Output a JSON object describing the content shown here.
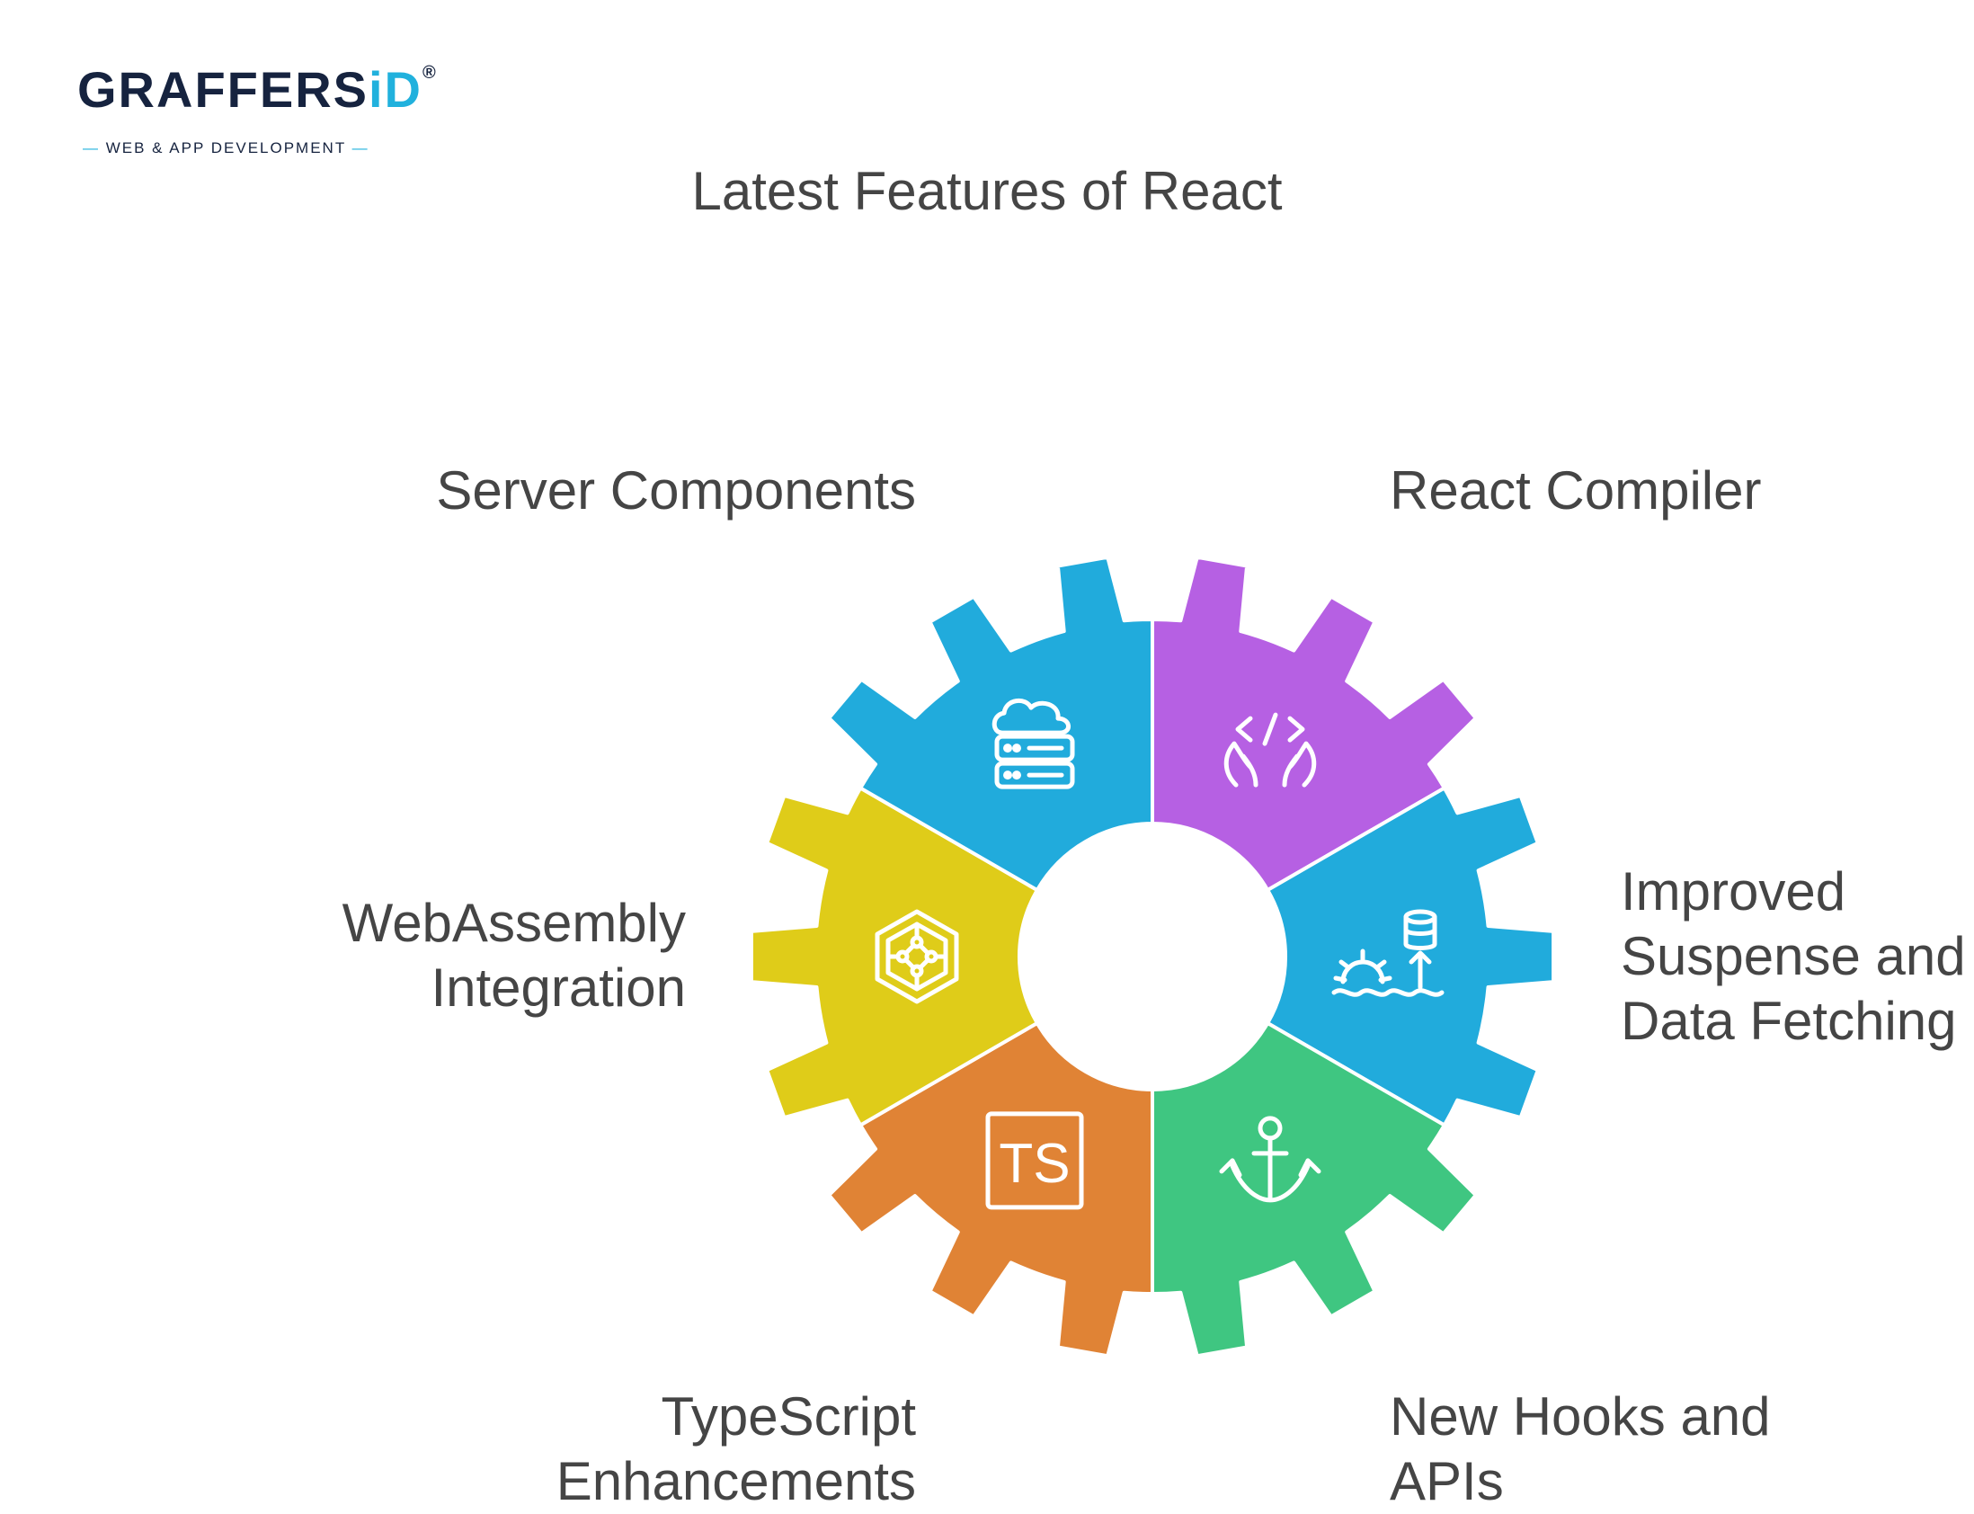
{
  "logo": {
    "brand": "GRAFFERS",
    "brand_accent": "iD",
    "registered": "®",
    "tagline": "WEB & APP DEVELOPMENT"
  },
  "title": "Latest Features of React",
  "segments": [
    {
      "lines": [
        "React Compiler"
      ],
      "color": "#b660e3",
      "icon": "code-hands-icon"
    },
    {
      "lines": [
        "Improved",
        "Suspense and",
        "Data Fetching"
      ],
      "color": "#21abdc",
      "icon": "database-gear-icon"
    },
    {
      "lines": [
        "New Hooks and",
        "APIs"
      ],
      "color": "#3fc681",
      "icon": "anchor-icon"
    },
    {
      "lines": [
        "TypeScript",
        "Enhancements"
      ],
      "color": "#e08335",
      "icon": "typescript-icon",
      "icon_text": "TS"
    },
    {
      "lines": [
        "WebAssembly",
        "Integration"
      ],
      "color": "#dfcc19",
      "icon": "webassembly-hexagon-icon"
    },
    {
      "lines": [
        "Server Components"
      ],
      "color": "#21abdc",
      "icon": "cloud-server-icon"
    }
  ],
  "colors": {
    "text": "#454545",
    "brand_dark": "#16233f",
    "brand_accent": "#21b1dd"
  }
}
